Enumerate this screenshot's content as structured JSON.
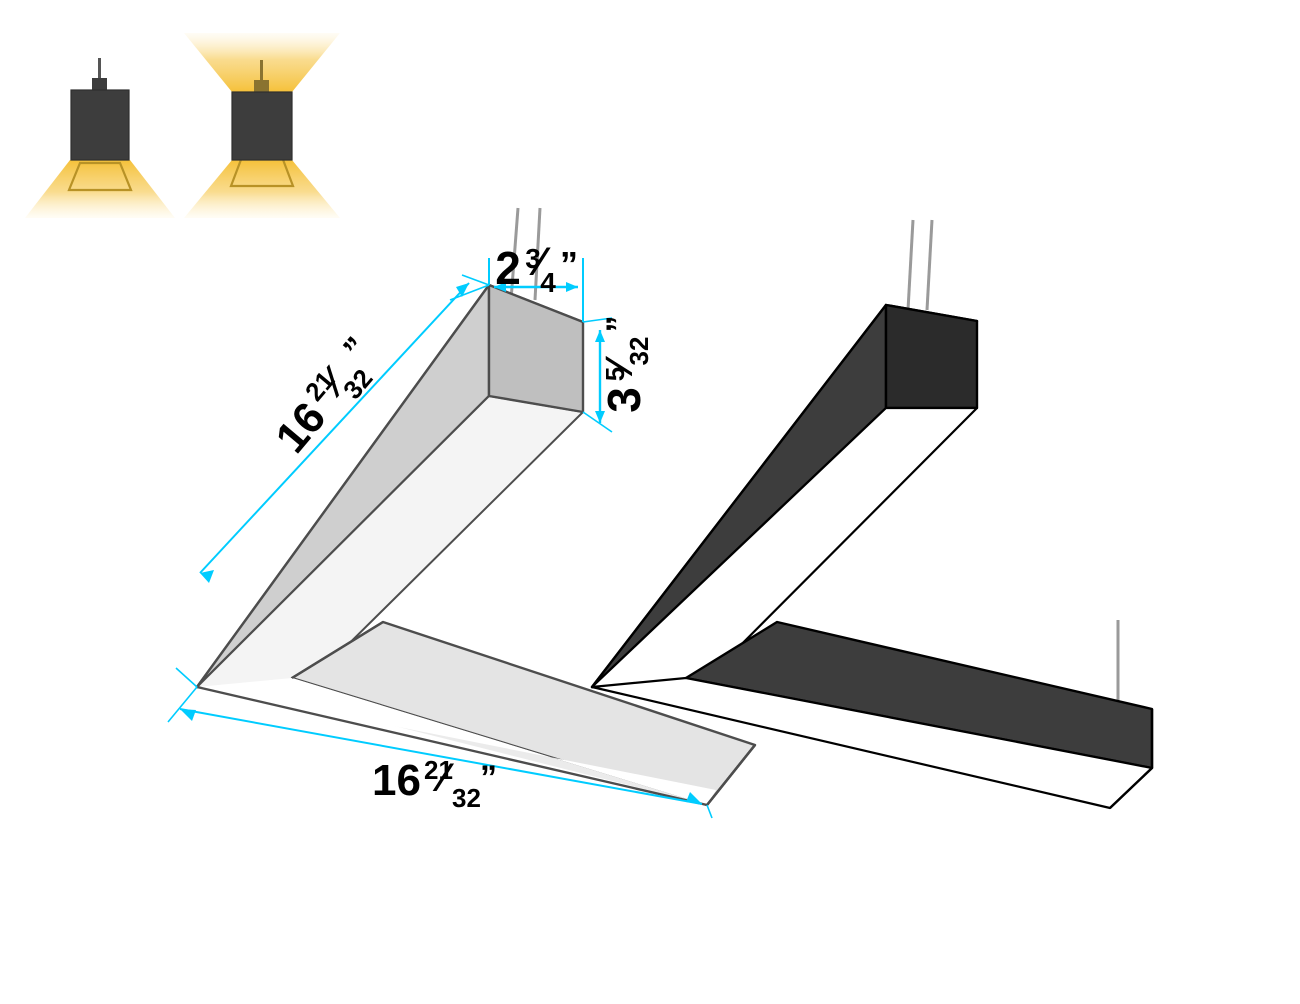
{
  "page": {
    "title": "L-Shaped Linear Pendant Light Fixture Dimension Diagram",
    "background_color": "#ffffff"
  },
  "colors": {
    "dimension_line": "#00ccff",
    "dimension_text": "#000000",
    "white_fixture_top": "#d2d2d2",
    "white_fixture_side": "#cfcfcf",
    "white_fixture_endcap": "#bfbfbf",
    "white_fixture_inner": "#ebebeb",
    "white_fixture_outline": "#4d4d4d",
    "black_fixture_top": "#1c1c1c",
    "black_fixture_side": "#3d3d3d",
    "black_fixture_endcap": "#2b2b2b",
    "black_fixture_outline": "#000000",
    "cable": "#9a9a9a",
    "icon_body": "#3d3d3d",
    "icon_beam": "#f5c13a",
    "icon_beam_edge": "#b89226"
  },
  "icons": {
    "items": [
      {
        "name": "downlight-distribution-icon",
        "label": "Direct (down) light distribution",
        "beam_up": false,
        "beam_down": true
      },
      {
        "name": "updown-light-distribution-icon",
        "label": "Direct / Indirect (up and down) light distribution",
        "beam_up": true,
        "beam_down": true
      }
    ]
  },
  "dimensions": {
    "width": {
      "name": "width-dimension",
      "value": "2",
      "numerator": "3",
      "denominator": "4",
      "unit": "”",
      "full": "2 3/4”",
      "description": "Fixture profile width"
    },
    "height": {
      "name": "height-dimension",
      "value": "3",
      "numerator": "5",
      "denominator": "32",
      "unit": "”",
      "full": "3 5/32”",
      "description": "Fixture profile height"
    },
    "arm_left": {
      "name": "left-arm-length-dimension",
      "value": "16",
      "numerator": "21",
      "denominator": "32",
      "unit": "”",
      "full": "16 21/32”",
      "description": "Left arm overall length"
    },
    "arm_bottom": {
      "name": "bottom-arm-length-dimension",
      "value": "16",
      "numerator": "21",
      "denominator": "32",
      "unit": "”",
      "full": "16 21/32”",
      "description": "Bottom arm overall length"
    }
  },
  "fixtures": [
    {
      "name": "white-l-fixture",
      "finish": "White / Silver",
      "shape": "L-shaped",
      "cables": 3
    },
    {
      "name": "black-l-fixture",
      "finish": "Black",
      "shape": "L-shaped",
      "cables": 3
    }
  ]
}
